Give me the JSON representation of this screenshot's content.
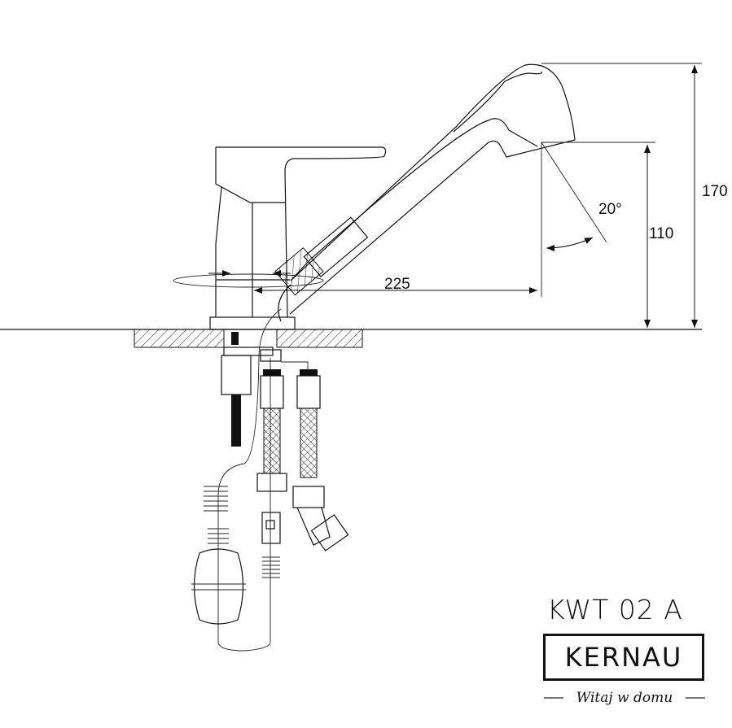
{
  "product": {
    "model": "KWT 02 A",
    "brand": "KERNAU",
    "tagline": "Witaj w domu"
  },
  "dimensions": {
    "total_height": "170",
    "spout_height": "110",
    "reach": "225",
    "angle": "20°"
  },
  "colors": {
    "line": "#111111",
    "background": "#ffffff"
  }
}
